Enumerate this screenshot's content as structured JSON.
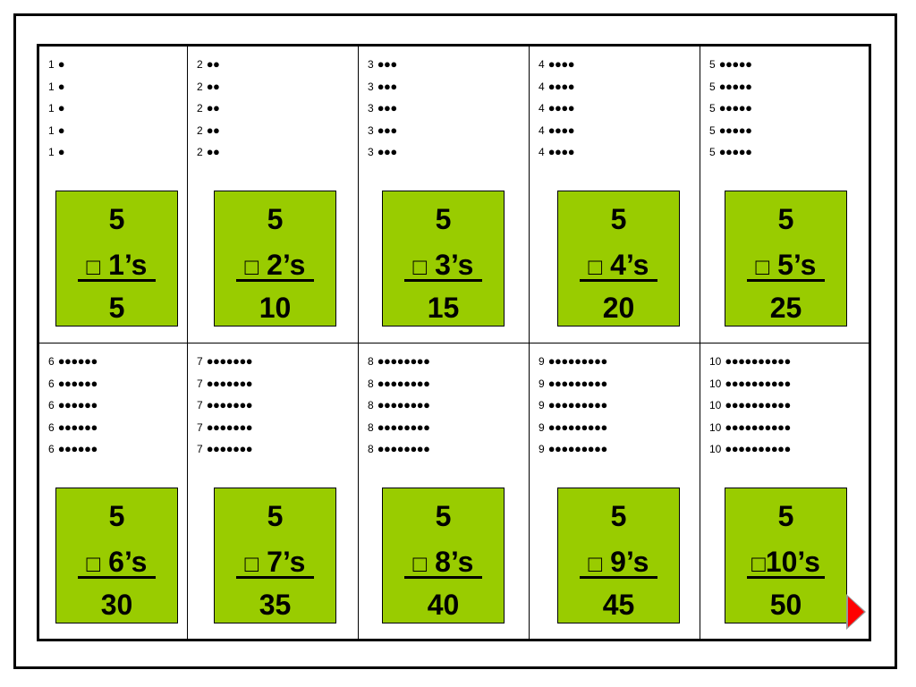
{
  "cells": [
    {
      "rows": [
        {
          "num": "1",
          "dots": "●"
        },
        {
          "num": "1",
          "dots": "●"
        },
        {
          "num": "1",
          "dots": "●"
        },
        {
          "num": "1",
          "dots": "●"
        },
        {
          "num": "1",
          "dots": "●"
        }
      ],
      "card": {
        "top": "5",
        "box": "□",
        "mid": " 1’s",
        "bottom": "5"
      }
    },
    {
      "rows": [
        {
          "num": "2",
          "dots": "●●"
        },
        {
          "num": "2",
          "dots": "●●"
        },
        {
          "num": "2",
          "dots": "●●"
        },
        {
          "num": "2",
          "dots": "●●"
        },
        {
          "num": "2",
          "dots": "●●"
        }
      ],
      "card": {
        "top": "5",
        "box": "□",
        "mid": " 2’s",
        "bottom": "10"
      }
    },
    {
      "rows": [
        {
          "num": "3",
          "dots": "●●●"
        },
        {
          "num": "3",
          "dots": "●●●"
        },
        {
          "num": "3",
          "dots": "●●●"
        },
        {
          "num": "3",
          "dots": "●●●"
        },
        {
          "num": "3",
          "dots": "●●●"
        }
      ],
      "card": {
        "top": "5",
        "box": "□",
        "mid": " 3’s",
        "bottom": "15"
      }
    },
    {
      "rows": [
        {
          "num": "4",
          "dots": "●●●●"
        },
        {
          "num": "4",
          "dots": "●●●●"
        },
        {
          "num": "4",
          "dots": "●●●●"
        },
        {
          "num": "4",
          "dots": "●●●●"
        },
        {
          "num": "4",
          "dots": "●●●●"
        }
      ],
      "card": {
        "top": "5",
        "box": "□",
        "mid": " 4’s",
        "bottom": "20"
      }
    },
    {
      "rows": [
        {
          "num": "5",
          "dots": "●●●●●"
        },
        {
          "num": "5",
          "dots": "●●●●●"
        },
        {
          "num": "5",
          "dots": "●●●●●"
        },
        {
          "num": "5",
          "dots": "●●●●●"
        },
        {
          "num": "5",
          "dots": "●●●●●"
        }
      ],
      "card": {
        "top": "5",
        "box": "□",
        "mid": " 5’s",
        "bottom": "25"
      }
    },
    {
      "rows": [
        {
          "num": "6",
          "dots": "●●●●●●"
        },
        {
          "num": "6",
          "dots": "●●●●●●"
        },
        {
          "num": "6",
          "dots": "●●●●●●"
        },
        {
          "num": "6",
          "dots": "●●●●●●"
        },
        {
          "num": "6",
          "dots": "●●●●●●"
        }
      ],
      "card": {
        "top": "5",
        "box": "□",
        "mid": " 6’s",
        "bottom": "30"
      }
    },
    {
      "rows": [
        {
          "num": "7",
          "dots": "●●●●●●●"
        },
        {
          "num": "7",
          "dots": "●●●●●●●"
        },
        {
          "num": "7",
          "dots": "●●●●●●●"
        },
        {
          "num": "7",
          "dots": "●●●●●●●"
        },
        {
          "num": "7",
          "dots": "●●●●●●●"
        }
      ],
      "card": {
        "top": "5",
        "box": "□",
        "mid": " 7’s",
        "bottom": "35"
      }
    },
    {
      "rows": [
        {
          "num": "8",
          "dots": "●●●●●●●●"
        },
        {
          "num": "8",
          "dots": "●●●●●●●●"
        },
        {
          "num": "8",
          "dots": "●●●●●●●●"
        },
        {
          "num": "8",
          "dots": "●●●●●●●●"
        },
        {
          "num": "8",
          "dots": "●●●●●●●●"
        }
      ],
      "card": {
        "top": "5",
        "box": "□",
        "mid": " 8’s",
        "bottom": "40"
      }
    },
    {
      "rows": [
        {
          "num": "9",
          "dots": "●●●●●●●●●"
        },
        {
          "num": "9",
          "dots": "●●●●●●●●●"
        },
        {
          "num": "9",
          "dots": "●●●●●●●●●"
        },
        {
          "num": "9",
          "dots": "●●●●●●●●●"
        },
        {
          "num": "9",
          "dots": "●●●●●●●●●"
        }
      ],
      "card": {
        "top": "5",
        "box": "□",
        "mid": " 9’s",
        "bottom": "45"
      }
    },
    {
      "rows": [
        {
          "num": "10",
          "dots": "●●●●●●●●●●"
        },
        {
          "num": "10",
          "dots": "●●●●●●●●●●"
        },
        {
          "num": "10",
          "dots": "●●●●●●●●●●"
        },
        {
          "num": "10",
          "dots": "●●●●●●●●●●"
        },
        {
          "num": "10",
          "dots": "●●●●●●●●●●"
        }
      ],
      "card": {
        "top": "5",
        "box": "□",
        "mid": "10’s",
        "bottom": "50"
      }
    }
  ],
  "colors": {
    "card_fill": "#99cc00",
    "arrow": "#ff0000",
    "border": "#000000"
  },
  "icons": {
    "next": "next-arrow-icon"
  }
}
